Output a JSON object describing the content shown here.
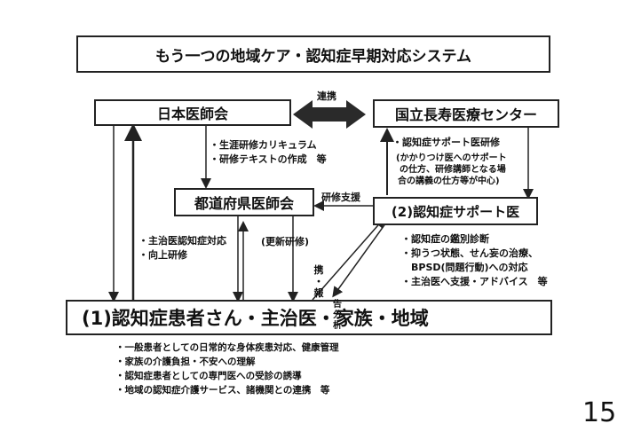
{
  "title": "もう一つの地域ケア・認知症早期対応システム",
  "boxes": {
    "jma": "日本医師会",
    "ncgg": "国立長寿医療センター",
    "prefecture": "都道府県医師会",
    "support_doctor": "(2)認知症サポート医",
    "patients": "(1)認知症患者さん・主治医・家族・地域"
  },
  "labels": {
    "collaboration": "連携",
    "training_support": "研修支援",
    "refresher": "(更新研修)",
    "vertical_note": [
      "携",
      "・",
      "報",
      "告",
      "分",
      "析"
    ]
  },
  "jma_notes": [
    "・生涯研修カリキュラム",
    "・研修テキストの作成　等"
  ],
  "ncgg_notes": {
    "head": "・認知症サポート医研修",
    "detail": [
      "(かかりつけ医へのサポート",
      "の仕方、研修講師となる場",
      "合の講義の仕方等が中心)"
    ]
  },
  "prefecture_notes": [
    "・主治医認知症対応",
    "・向上研修"
  ],
  "support_notes": [
    "・認知症の鑑別診断",
    "・抑うつ状態、せん妄の治療、",
    "　BPSD(問題行動)への対応",
    "・主治医へ支援・アドバイス　等"
  ],
  "patient_notes": [
    "・一般患者としての日常的な身体疾患対応、健康管理",
    "・家族の介護負担・不安への理解",
    "・認知症患者としての専門医への受診の誘導",
    "・地域の認知症介護サービス、諸機関との連携　等"
  ],
  "page_number": "15"
}
